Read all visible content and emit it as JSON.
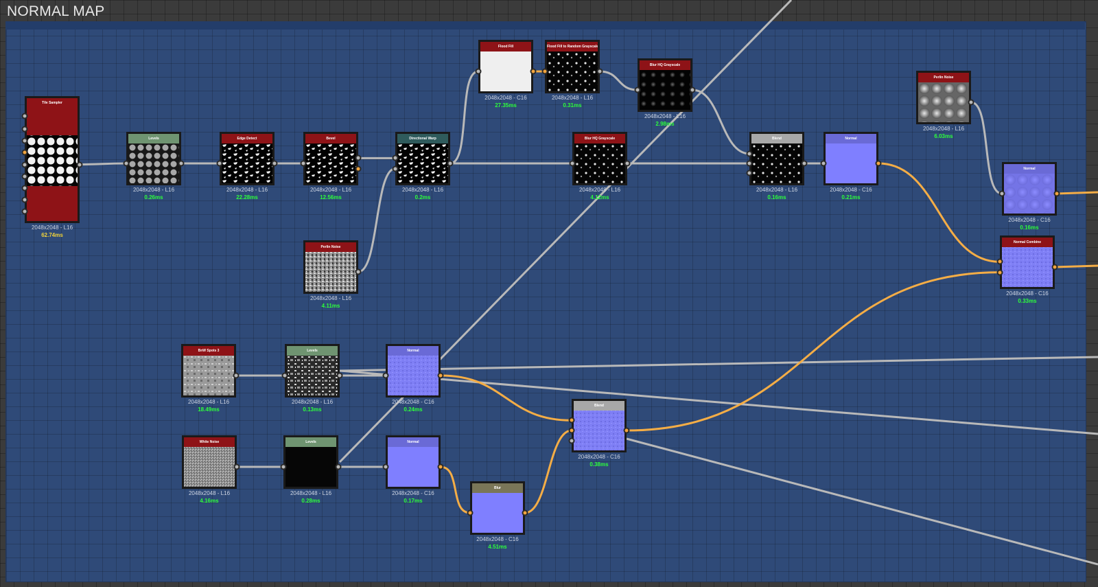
{
  "frame": {
    "title": "NORMAL MAP"
  },
  "colors": {
    "frame_bg": "#2f4a78",
    "gray_wire": "#b9b9b9",
    "orange_wire": "#f4ad46",
    "header_red": "#8e1317",
    "header_green": "#6f9471",
    "header_teal": "#2f5b5c",
    "header_purple": "#6a6ad6",
    "header_gray": "#a8a8a8",
    "header_olive": "#7a7658",
    "time_green": "#2dff3b",
    "time_yellow": "#f2d43a"
  },
  "nodes": [
    {
      "id": "tile-sampler",
      "name": "tile-sampler-node",
      "label": "Tile Sampler",
      "resolution": "2048x2048 - L16",
      "time": "62.74ms",
      "time_color": "yellow",
      "header_color": "red",
      "thumb": "cells"
    },
    {
      "id": "levels-1",
      "name": "levels-node",
      "label": "Levels",
      "resolution": "2048x2048 - L16",
      "time": "0.26ms",
      "header_color": "green",
      "thumb": "cells-gray"
    },
    {
      "id": "edge-detect",
      "name": "edge-detect-node",
      "label": "Edge Detect",
      "resolution": "2048x2048 - L16",
      "time": "22.28ms",
      "header_color": "red",
      "thumb": "edges"
    },
    {
      "id": "bevel",
      "name": "bevel-node",
      "label": "Bevel",
      "resolution": "2048x2048 - L16",
      "time": "12.56ms",
      "header_color": "red",
      "thumb": "edges"
    },
    {
      "id": "directional-warp",
      "name": "directional-warp-node",
      "label": "Directional Warp",
      "resolution": "2048x2048 - L16",
      "time": "0.2ms",
      "header_color": "teal",
      "thumb": "edges"
    },
    {
      "id": "perlin-noise-1",
      "name": "perlin-noise-node",
      "label": "Perlin Noise",
      "resolution": "2048x2048 - L16",
      "time": "4.11ms",
      "header_color": "red",
      "thumb": "noise-fine"
    },
    {
      "id": "flood-fill",
      "name": "flood-fill-node",
      "label": "Flood Fill",
      "resolution": "2048x2048 - C16",
      "time": "27.35ms",
      "header_color": "red",
      "thumb": "white"
    },
    {
      "id": "flood-fill-gray",
      "name": "flood-fill-to-random-grayscale-node",
      "label": "Flood Fill to Random Grayscale",
      "resolution": "2048x2048 - L16",
      "time": "0.31ms",
      "header_color": "red",
      "thumb": "dark-spots"
    },
    {
      "id": "blur-hq-1",
      "name": "blur-hq-grayscale-node",
      "label": "Blur HQ Grayscale",
      "resolution": "2048x2048 - L16",
      "time": "2.98ms",
      "header_color": "red",
      "thumb": "dark-blur"
    },
    {
      "id": "blur-hq-2",
      "name": "blur-hq-grayscale-node",
      "label": "Blur HQ Grayscale",
      "resolution": "2048x2048 - L16",
      "time": "4.12ms",
      "header_color": "red",
      "thumb": "dark-spots"
    },
    {
      "id": "blend-1",
      "name": "blend-node",
      "label": "Blend",
      "resolution": "2048x2048 - L16",
      "time": "0.16ms",
      "header_color": "gray",
      "thumb": "dark-spots"
    },
    {
      "id": "normal-1",
      "name": "normal-node",
      "label": "Normal",
      "resolution": "2048x2048 - C16",
      "time": "0.21ms",
      "header_color": "purple",
      "thumb": "normal-flat"
    },
    {
      "id": "perlin-noise-2",
      "name": "perlin-noise-node",
      "label": "Perlin Noise",
      "resolution": "2048x2048 - L16",
      "time": "6.03ms",
      "header_color": "red",
      "thumb": "noise-soft"
    },
    {
      "id": "normal-2",
      "name": "normal-node",
      "label": "Normal",
      "resolution": "2048x2048 - C16",
      "time": "0.16ms",
      "header_color": "purple",
      "thumb": "normal-soft"
    },
    {
      "id": "normal-combine",
      "name": "normal-combine-node",
      "label": "Normal Combine",
      "resolution": "2048x2048 - C16",
      "time": "0.33ms",
      "header_color": "red",
      "thumb": "normal-noisy"
    },
    {
      "id": "bnw-spots",
      "name": "bnw-spots-3-node",
      "label": "BnW Spots 3",
      "resolution": "2048x2048 - L16",
      "time": "18.49ms",
      "header_color": "red",
      "thumb": "clouds"
    },
    {
      "id": "levels-2",
      "name": "levels-node",
      "label": "Levels",
      "resolution": "2048x2048 - L16",
      "time": "0.13ms",
      "header_color": "green",
      "thumb": "clouds-dark"
    },
    {
      "id": "normal-3",
      "name": "normal-node",
      "label": "Normal",
      "resolution": "2048x2048 - C16",
      "time": "0.24ms",
      "header_color": "purple",
      "thumb": "normal-noisy"
    },
    {
      "id": "white-noise",
      "name": "white-noise-node",
      "label": "White Noise",
      "resolution": "2048x2048 - L16",
      "time": "4.16ms",
      "header_color": "red",
      "thumb": "static"
    },
    {
      "id": "levels-3",
      "name": "levels-node",
      "label": "Levels",
      "resolution": "2048x2048 - L16",
      "time": "0.28ms",
      "header_color": "green",
      "thumb": "black"
    },
    {
      "id": "normal-4",
      "name": "normal-node",
      "label": "Normal",
      "resolution": "2048x2048 - C16",
      "time": "0.17ms",
      "header_color": "purple",
      "thumb": "normal-flat"
    },
    {
      "id": "blur",
      "name": "blur-node",
      "label": "Blur",
      "resolution": "2048x2048 - C16",
      "time": "4.51ms",
      "header_color": "olive",
      "thumb": "normal-flat"
    },
    {
      "id": "blend-2",
      "name": "blend-node",
      "label": "Blend",
      "resolution": "2048x2048 - C16",
      "time": "0.38ms",
      "header_color": "gray",
      "thumb": "normal-noisy"
    }
  ]
}
